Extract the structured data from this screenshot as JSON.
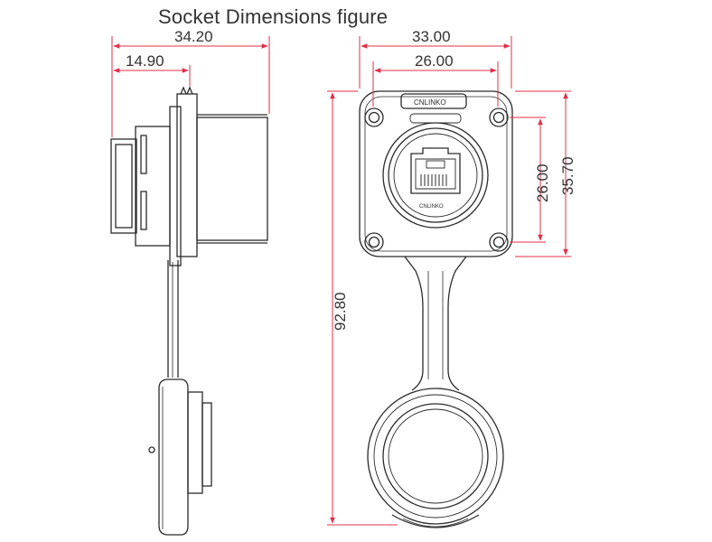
{
  "title": "Socket Dimensions figure",
  "colors": {
    "outline": "#2b2b2b",
    "dimension": "#e0304a",
    "text": "#333333"
  },
  "side_view": {
    "overall_depth": "34.20",
    "rear_depth": "14.90"
  },
  "front_view": {
    "overall_width": "33.00",
    "hole_spacing_horizontal": "26.00",
    "hole_spacing_vertical": "26.00",
    "flange_height": "35.70",
    "total_length": "92.80",
    "logo_text": "CNLINKO"
  }
}
